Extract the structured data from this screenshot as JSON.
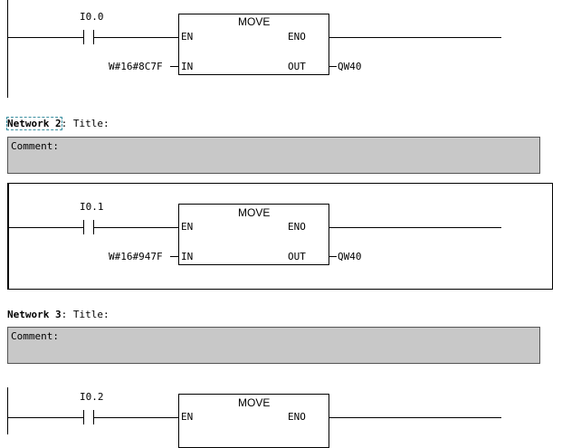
{
  "networks": [
    {
      "contact": "I0.0",
      "block": "MOVE",
      "en": "EN",
      "eno": "ENO",
      "in_label": "IN",
      "out_label": "OUT",
      "in_value": "W#16#8C7F",
      "out_value": "QW40"
    },
    {
      "header_label": "Network 2",
      "title_label": ": Title:",
      "comment_label": "Comment:",
      "contact": "I0.1",
      "block": "MOVE",
      "en": "EN",
      "eno": "ENO",
      "in_label": "IN",
      "out_label": "OUT",
      "in_value": "W#16#947F",
      "out_value": "QW40"
    },
    {
      "header_label": "Network 3",
      "title_label": ": Title:",
      "comment_label": "Comment:",
      "contact": "I0.2",
      "block": "MOVE",
      "en": "EN",
      "eno": "ENO"
    }
  ]
}
